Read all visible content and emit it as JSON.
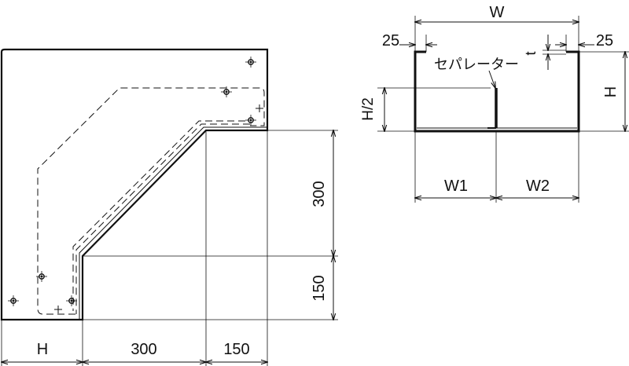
{
  "plan_view": {
    "dim_h_label": "H",
    "dim_300_label": "300",
    "dim_150_label": "150",
    "dim_v300_label": "300",
    "dim_v150_label": "150"
  },
  "section_view": {
    "dim_w_label": "W",
    "dim_25_left_label": "25",
    "dim_25_right_label": "25",
    "dim_t_label": "t",
    "dim_h_label": "H",
    "dim_h2_label": "H/2",
    "separator_label": "セパレーター",
    "dim_w1_label": "W1",
    "dim_w2_label": "W2"
  },
  "colors": {
    "line": "#111111",
    "background": "#ffffff"
  }
}
